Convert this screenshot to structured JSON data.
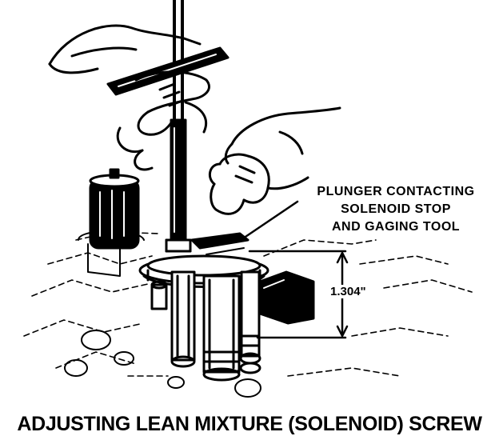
{
  "callouts": {
    "plunger_line1": "PLUNGER CONTACTING",
    "plunger_line2": "SOLENOID STOP",
    "plunger_line3": "AND GAGING TOOL"
  },
  "dimension": {
    "label": "1.304\""
  },
  "caption": {
    "title": "ADJUSTING LEAN MIXTURE (SOLENOID) SCREW"
  },
  "colors": {
    "ink": "#000000",
    "paper": "#ffffff"
  }
}
